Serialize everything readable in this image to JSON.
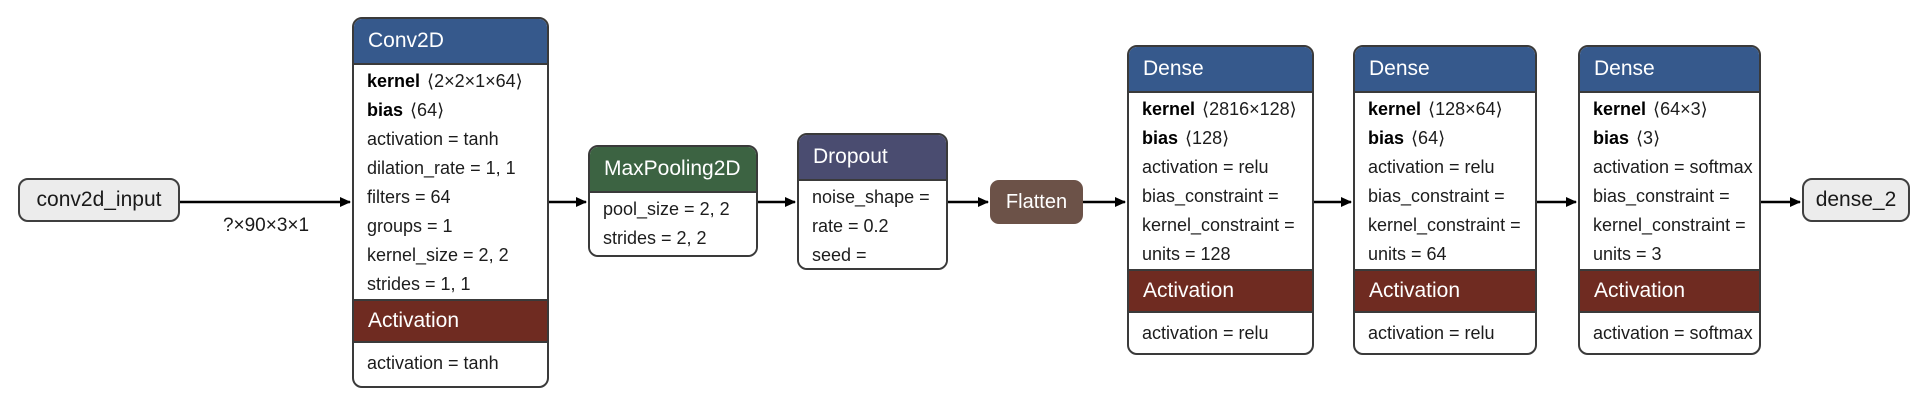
{
  "edge_label": "?×90×3×1",
  "colors": {
    "layer_header": "#36598c",
    "pool_header": "#3c6342",
    "dropout_header": "#4a4c70",
    "flatten_fill": "#6c5248",
    "activation_header": "#6f2b21",
    "io_fill": "#ececec"
  },
  "io": {
    "input_label": "conv2d_input",
    "output_label": "dense_2"
  },
  "nodes": {
    "conv2d": {
      "title": "Conv2D",
      "weights": [
        {
          "name": "kernel",
          "value": "⟨2×2×1×64⟩"
        },
        {
          "name": "bias",
          "value": "⟨64⟩"
        }
      ],
      "attrs": [
        "activation = tanh",
        "dilation_rate = 1, 1",
        "filters = 64",
        "groups = 1",
        "kernel_size = 2, 2",
        "strides = 1, 1"
      ],
      "activation_title": "Activation",
      "activation_attr": "activation = tanh"
    },
    "maxpool": {
      "title": "MaxPooling2D",
      "attrs": [
        "pool_size = 2, 2",
        "strides = 2, 2"
      ]
    },
    "dropout": {
      "title": "Dropout",
      "attrs": [
        "noise_shape =",
        "rate = 0.2",
        "seed ="
      ]
    },
    "flatten": {
      "title": "Flatten"
    },
    "dense1": {
      "title": "Dense",
      "weights": [
        {
          "name": "kernel",
          "value": "⟨2816×128⟩"
        },
        {
          "name": "bias",
          "value": "⟨128⟩"
        }
      ],
      "attrs": [
        "activation = relu",
        "bias_constraint =",
        "kernel_constraint =",
        "units = 128"
      ],
      "activation_title": "Activation",
      "activation_attr": "activation = relu"
    },
    "dense2": {
      "title": "Dense",
      "weights": [
        {
          "name": "kernel",
          "value": "⟨128×64⟩"
        },
        {
          "name": "bias",
          "value": "⟨64⟩"
        }
      ],
      "attrs": [
        "activation = relu",
        "bias_constraint =",
        "kernel_constraint =",
        "units = 64"
      ],
      "activation_title": "Activation",
      "activation_attr": "activation = relu"
    },
    "dense3": {
      "title": "Dense",
      "weights": [
        {
          "name": "kernel",
          "value": "⟨64×3⟩"
        },
        {
          "name": "bias",
          "value": "⟨3⟩"
        }
      ],
      "attrs": [
        "activation = softmax",
        "bias_constraint =",
        "kernel_constraint =",
        "units = 3"
      ],
      "activation_title": "Activation",
      "activation_attr": "activation = softmax"
    }
  }
}
